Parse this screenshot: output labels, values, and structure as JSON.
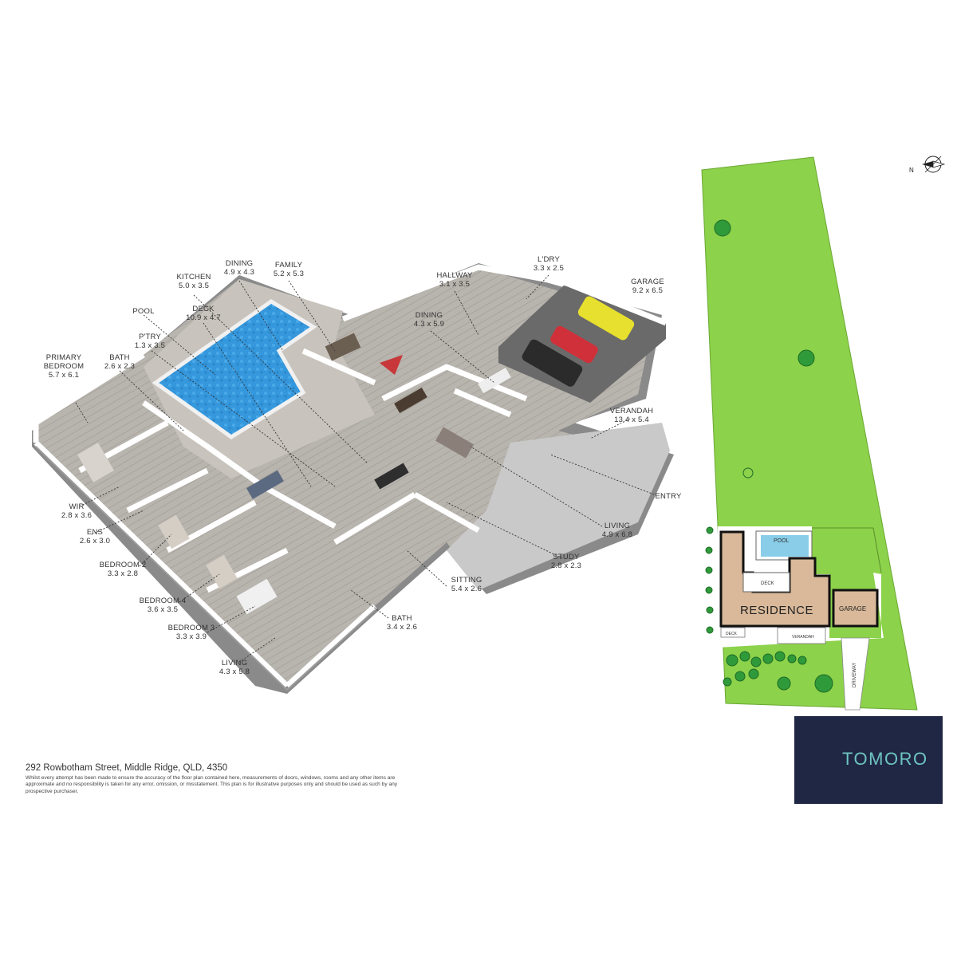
{
  "rooms": [
    {
      "name": "DINING",
      "size": "4.9 x 4.3"
    },
    {
      "name": "FAMILY",
      "size": "5.2 x 5.3"
    },
    {
      "name": "KITCHEN",
      "size": "5.0 x 3.5"
    },
    {
      "name": "POOL",
      "size": ""
    },
    {
      "name": "DECK",
      "size": "10.9 x 4.7"
    },
    {
      "name": "P'TRY",
      "size": "1.3 x 3.5"
    },
    {
      "name": "BATH",
      "size": "2.6 x 2.3"
    },
    {
      "name": "PRIMARY BEDROOM",
      "size": "5.7 x 6.1"
    },
    {
      "name": "HALLWAY",
      "size": "3.1 x 3.5"
    },
    {
      "name": "L'DRY",
      "size": "3.3 x 2.5"
    },
    {
      "name": "GARAGE",
      "size": "9.2 x 6.5"
    },
    {
      "name": "DINING",
      "size": "4.3 x 5.9"
    },
    {
      "name": "VERANDAH",
      "size": "13.4 x 5.4"
    },
    {
      "name": "ENTRY",
      "size": ""
    },
    {
      "name": "LIVING",
      "size": "4.9 x 6.8"
    },
    {
      "name": "STUDY",
      "size": "2.8 x 2.3"
    },
    {
      "name": "SITTING",
      "size": "5.4 x 2.6"
    },
    {
      "name": "BATH",
      "size": "3.4 x 2.6"
    },
    {
      "name": "WIR",
      "size": "2.8 x 3.6"
    },
    {
      "name": "ENS",
      "size": "2.6 x 3.0"
    },
    {
      "name": "BEDROOM 2",
      "size": "3.3 x 2.8"
    },
    {
      "name": "BEDROOM 4",
      "size": "3.6 x 3.5"
    },
    {
      "name": "BEDROOM 3",
      "size": "3.3 x 3.9"
    },
    {
      "name": "LIVING",
      "size": "4.3 x 5.8"
    }
  ],
  "site_plan": {
    "pool_label": "POOL",
    "deck_label": "DECK",
    "residence_label": "RESIDENCE",
    "garage_label": "GARAGE",
    "deck2_label": "DECK",
    "verandah_label": "VERANDAH",
    "driveway_label": "DRIVEWAY",
    "north_label": "N"
  },
  "address": "292 Rowbotham Street, Middle Ridge, QLD, 4350",
  "disclaimer": "Whilst every attempt has been made to ensure the accuracy of the floor plan contained here, measurements of doors, windows, rooms and any other items are approximate and no responsibility is taken for any error, omission, or misstatement. This plan is for illustrative purposes only and should be used as such by any prospective purchaser.",
  "brand": "TOMORO",
  "brand_icon": "T",
  "colors": {
    "lawn": "#8cd24a",
    "pool": "#3a9ad9",
    "building": "#d9b99a",
    "brand_bg": "#1f2744",
    "brand_text": "#6ec4c1"
  }
}
